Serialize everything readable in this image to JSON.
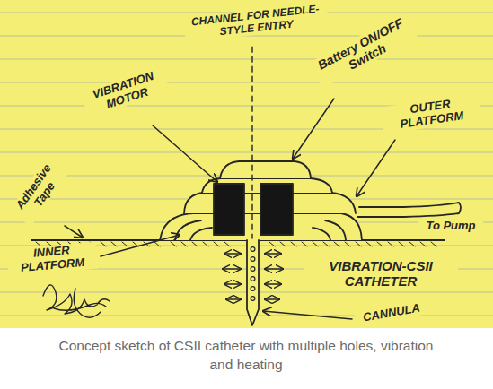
{
  "diagram": {
    "caption": "Concept sketch of CSII catheter with multiple holes, vibration and heating",
    "labels": [
      "CHANNEL FOR NEEDLE-STYLE ENTRY",
      "Battery ON/OFF Switch",
      "VIBRATION MOTOR",
      "OUTER PLATFORM",
      "Adhesive Tape",
      "INNER PLATFORM",
      "To Pump",
      "VIBRATION-CSII CATHETER",
      "CANNULA"
    ]
  }
}
